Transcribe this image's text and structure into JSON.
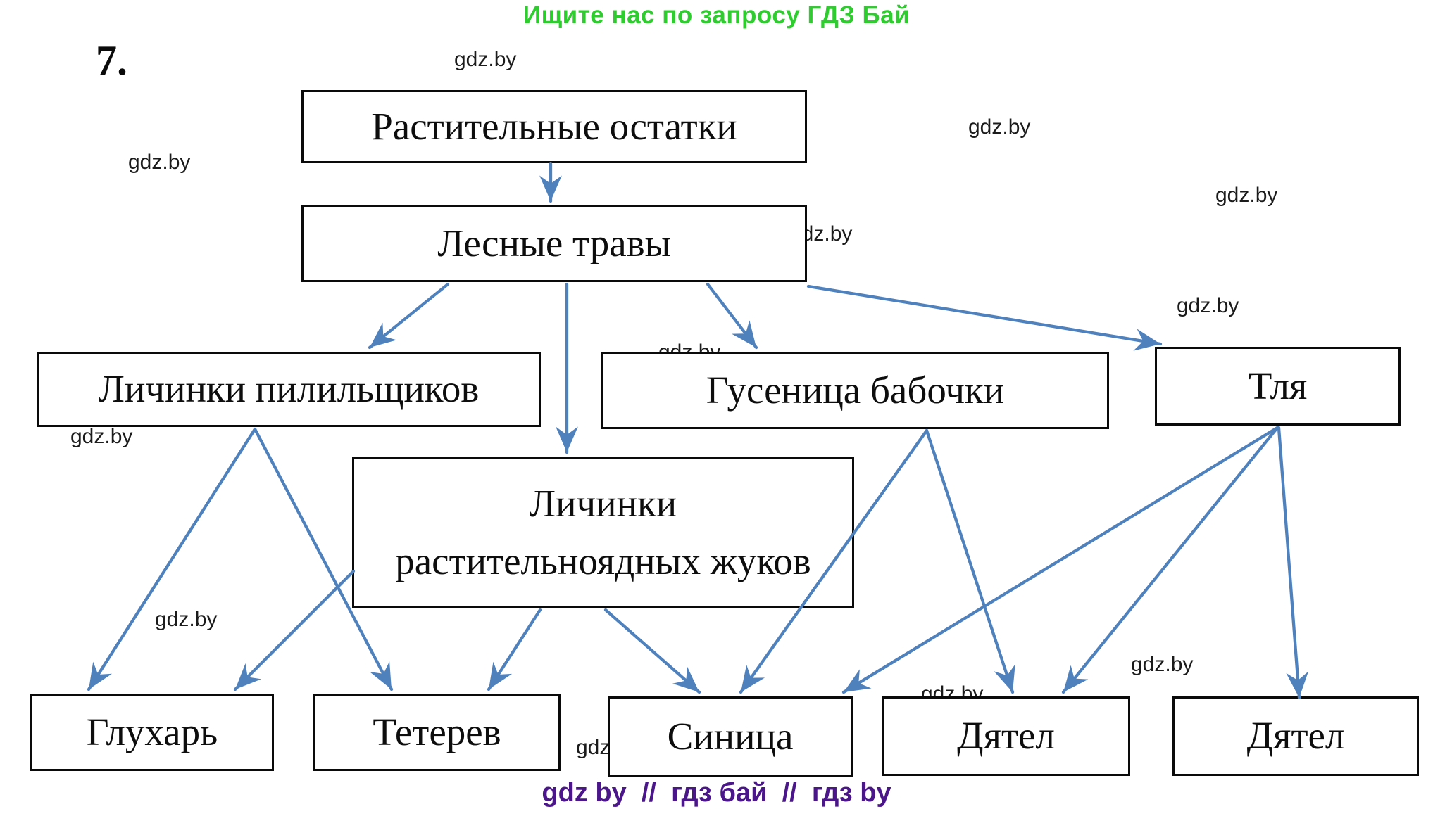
{
  "promo": {
    "top": "Ищите нас по запросу ГДЗ Бай",
    "color": "#2ecc2e"
  },
  "task": {
    "number": "7."
  },
  "watermark": {
    "text": "gdz.by",
    "count": 12
  },
  "footer": {
    "text": "gdz by  //  гдз бай  //  гдз by",
    "color": "#4b1689"
  },
  "colors": {
    "arrow": "#4f81bd",
    "box_border": "#0a0a0a"
  },
  "nodes": {
    "plant_remains": {
      "label": "Растительные остатки"
    },
    "forest_grasses": {
      "label": "Лесные травы"
    },
    "sawfly_larvae": {
      "label": "Личинки пилильщиков"
    },
    "butterfly_caterpillar": {
      "label": "Гусеница бабочки"
    },
    "aphid": {
      "label": "Тля"
    },
    "beetle_larvae": {
      "label": "Личинки растительноядных жуков",
      "line1": "Личинки",
      "line2": "растительноядных жуков"
    },
    "capercaillie": {
      "label": "Глухарь"
    },
    "black_grouse": {
      "label": "Тетерев"
    },
    "tit": {
      "label": "Синица"
    },
    "woodpecker_1": {
      "label": "Дятел"
    },
    "woodpecker_2": {
      "label": "Дятел"
    }
  },
  "arrows": [
    {
      "from": "plant_remains",
      "to": "forest_grasses"
    },
    {
      "from": "forest_grasses",
      "to": "sawfly_larvae"
    },
    {
      "from": "forest_grasses",
      "to": "beetle_larvae"
    },
    {
      "from": "forest_grasses",
      "to": "butterfly_caterpillar"
    },
    {
      "from": "forest_grasses",
      "to": "aphid"
    },
    {
      "from": "sawfly_larvae",
      "to": "capercaillie"
    },
    {
      "from": "sawfly_larvae",
      "to": "black_grouse"
    },
    {
      "from": "beetle_larvae",
      "to": "capercaillie"
    },
    {
      "from": "beetle_larvae",
      "to": "black_grouse"
    },
    {
      "from": "beetle_larvae",
      "to": "tit"
    },
    {
      "from": "butterfly_caterpillar",
      "to": "tit"
    },
    {
      "from": "butterfly_caterpillar",
      "to": "woodpecker_1"
    },
    {
      "from": "aphid",
      "to": "tit"
    },
    {
      "from": "aphid",
      "to": "woodpecker_1"
    },
    {
      "from": "aphid",
      "to": "woodpecker_2"
    }
  ]
}
